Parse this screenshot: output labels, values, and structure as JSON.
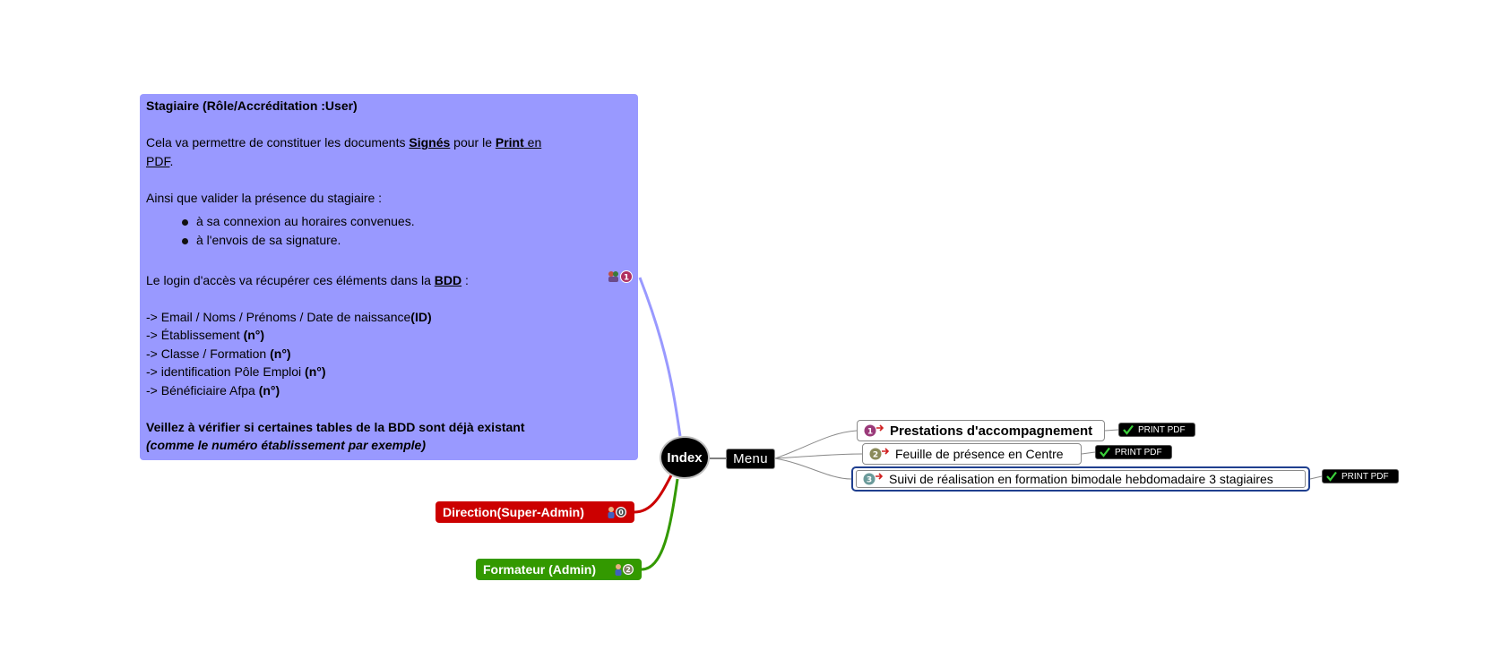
{
  "colors": {
    "note_bg": "#9999ff",
    "direction": "#cc0000",
    "formateur": "#339900",
    "index_bg": "#000000",
    "link_note": "#9999ff",
    "selected_border": "#1f3f8f"
  },
  "note": {
    "title": "Stagiaire (Rôle/Accréditation :User)",
    "line1_a": "Cela va permettre de constituer les documents ",
    "line1_signes": "Signés",
    "line1_b": " pour le ",
    "line1_print": "Print",
    "line1_en": " en",
    "line1_pdf": "PDF",
    "line1_dot": ".",
    "line2": "Ainsi que valider la présence du stagiaire :",
    "bullets": [
      "à sa connexion au horaires convenues.",
      "à l'envois de sa signature."
    ],
    "line3_a": "Le login d'accès va récupérer ces éléments dans la ",
    "line3_bdd": "BDD",
    "line3_b": " :",
    "fields": [
      {
        "text": "-> Email / Noms / Prénoms / Date de naissance",
        "bold": "(ID)"
      },
      {
        "text": "-> Établissement ",
        "bold": "(n°)"
      },
      {
        "text": "-> Classe / Formation ",
        "bold": "(n°)"
      },
      {
        "text": "->  identification Pôle Emploi ",
        "bold": "(n°)"
      },
      {
        "text": "->  Bénéficiaire Afpa ",
        "bold": "(n°)"
      }
    ],
    "warning": "Veillez à vérifier si certaines tables de la BDD sont déjà existant",
    "warning_example": "(comme le numéro établissement par exemple)",
    "icon": "users-priority-1-icon"
  },
  "center": {
    "label": "Index"
  },
  "menu": {
    "label": "Menu"
  },
  "roles": [
    {
      "label": "Direction(Super-Admin)",
      "icon": "user-priority-0-icon"
    },
    {
      "label": "Formateur (Admin)",
      "icon": "user-priority-2-icon"
    }
  ],
  "items": [
    {
      "label": "Prestations d'accompagnement",
      "icon": "priority-1-arrow-icon",
      "badge": "PRINT PDF"
    },
    {
      "label": "Feuille de présence en Centre",
      "icon": "priority-2-arrow-icon",
      "badge": "PRINT PDF"
    },
    {
      "label": "Suivi de réalisation en formation bimodale hebdomadaire 3 stagiaires",
      "icon": "priority-3-arrow-icon",
      "badge": "PRINT PDF"
    }
  ]
}
